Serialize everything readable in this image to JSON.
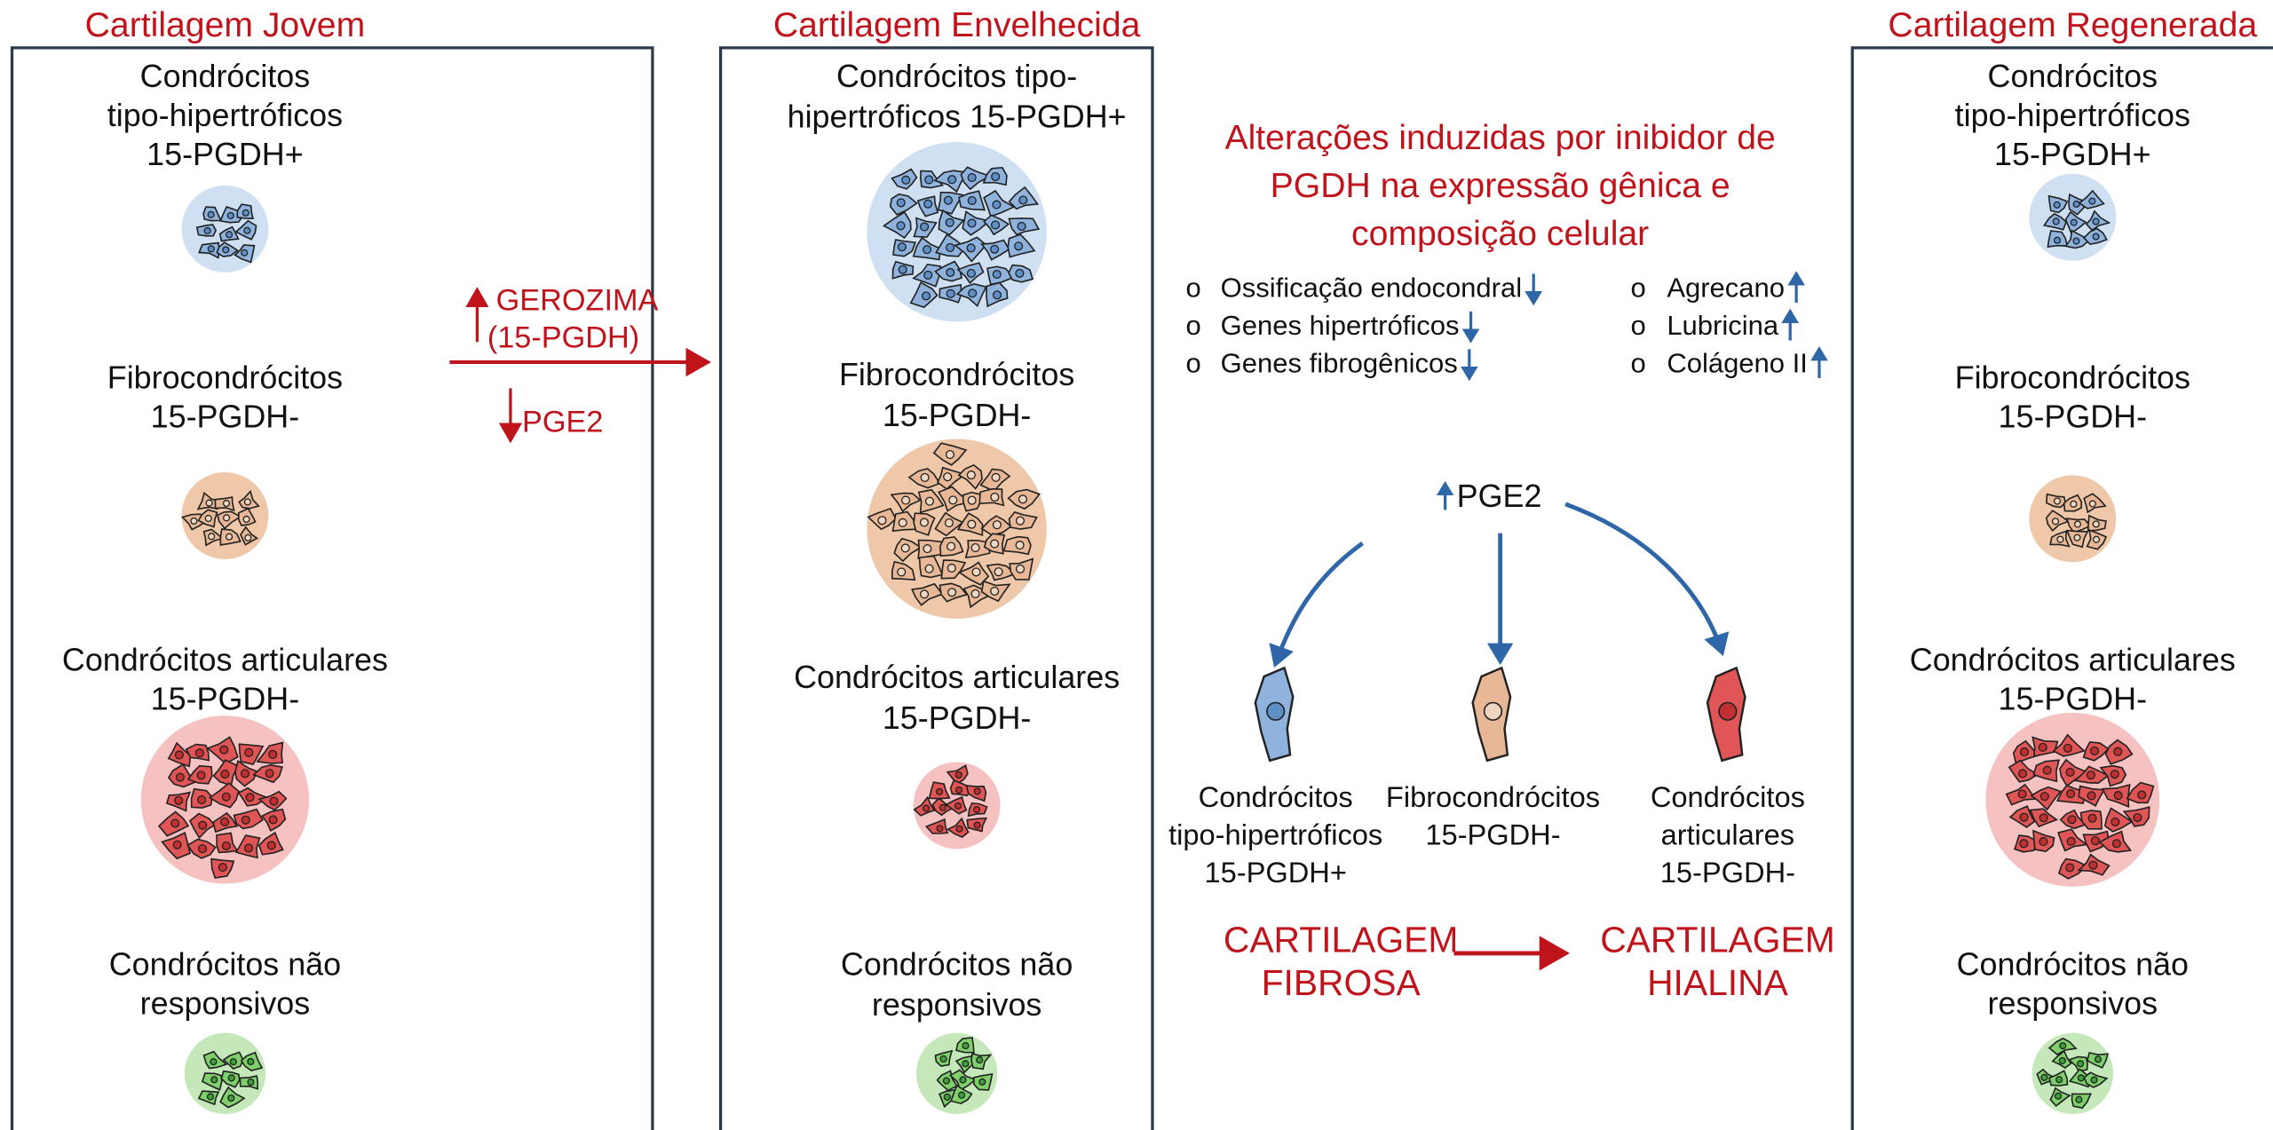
{
  "colors": {
    "title_red": "#c0141c",
    "arrow_blue": "#2f66a8",
    "box_border": "#2b3a4a",
    "hypertrophic_blue": "#8fb3dc",
    "fibro_orange": "#e8b896",
    "articular_red": "#e05555",
    "nonresponsive_green": "#7fcf6c"
  },
  "panels": [
    {
      "title": "Cartilagem Jovem",
      "groups": [
        {
          "type": "hypertrophic",
          "lines": [
            "Condrócitos",
            "tipo-hipertróficos",
            "15-PGDH+"
          ],
          "abundance": "low"
        },
        {
          "type": "fibro",
          "lines": [
            "Fibrocondrócitos",
            "15-PGDH-"
          ],
          "abundance": "low"
        },
        {
          "type": "articular",
          "lines": [
            "Condrócitos articulares",
            "15-PGDH-"
          ],
          "abundance": "high"
        },
        {
          "type": "nonresponsive",
          "lines": [
            "Condrócitos não",
            "responsivos"
          ],
          "abundance": "low"
        }
      ]
    },
    {
      "title": "Cartilagem Envelhecida",
      "groups": [
        {
          "type": "hypertrophic",
          "lines": [
            "Condrócitos tipo-",
            "hipertróficos 15-PGDH+"
          ],
          "abundance": "high"
        },
        {
          "type": "fibro",
          "lines": [
            "Fibrocondrócitos",
            "15-PGDH-"
          ],
          "abundance": "high"
        },
        {
          "type": "articular",
          "lines": [
            "Condrócitos articulares",
            "15-PGDH-"
          ],
          "abundance": "low"
        },
        {
          "type": "nonresponsive",
          "lines": [
            "Condrócitos não",
            "responsivos"
          ],
          "abundance": "low"
        }
      ]
    },
    {
      "title": "Cartilagem Regenerada",
      "groups": [
        {
          "type": "hypertrophic",
          "lines": [
            "Condrócitos",
            "tipo-hipertróficos",
            "15-PGDH+"
          ],
          "abundance": "low"
        },
        {
          "type": "fibro",
          "lines": [
            "Fibrocondrócitos",
            "15-PGDH-"
          ],
          "abundance": "low"
        },
        {
          "type": "articular",
          "lines": [
            "Condrócitos articulares",
            "15-PGDH-"
          ],
          "abundance": "high"
        },
        {
          "type": "nonresponsive",
          "lines": [
            "Condrócitos não",
            "responsivos"
          ],
          "abundance": "low"
        }
      ]
    }
  ],
  "aging_arrow": {
    "up_label_1": "GEROZIMA",
    "up_label_2": "(15-PGDH)",
    "down_label": "PGE2"
  },
  "center": {
    "title": [
      "Alterações induzidas por inibidor de",
      "PGDH na expressão gênica e",
      "composição celular"
    ],
    "bullet_marker": "o",
    "left_bullets": [
      {
        "text": "Ossificação endocondral",
        "direction": "down"
      },
      {
        "text": "Genes hipertróficos",
        "direction": "down"
      },
      {
        "text": "Genes fibrogênicos",
        "direction": "down"
      }
    ],
    "right_bullets": [
      {
        "text": "Agrecano",
        "direction": "up"
      },
      {
        "text": "Lubricina",
        "direction": "up"
      },
      {
        "text": "Colágeno II",
        "direction": "up"
      }
    ],
    "pge2": {
      "label": "PGE2",
      "direction": "up"
    },
    "cell_types": [
      {
        "type": "hypertrophic",
        "lines": [
          "Condrócitos",
          "tipo-hipertróficos",
          "15-PGDH+"
        ]
      },
      {
        "type": "fibro",
        "lines": [
          "Fibrocondrócitos",
          "15-PGDH-"
        ]
      },
      {
        "type": "articular",
        "lines": [
          "Condrócitos",
          "articulares",
          "15-PGDH-"
        ]
      }
    ],
    "transition": {
      "from": [
        "CARTILAGEM",
        "FIBROSA"
      ],
      "to": [
        "CARTILAGEM",
        "HIALINA"
      ]
    }
  }
}
